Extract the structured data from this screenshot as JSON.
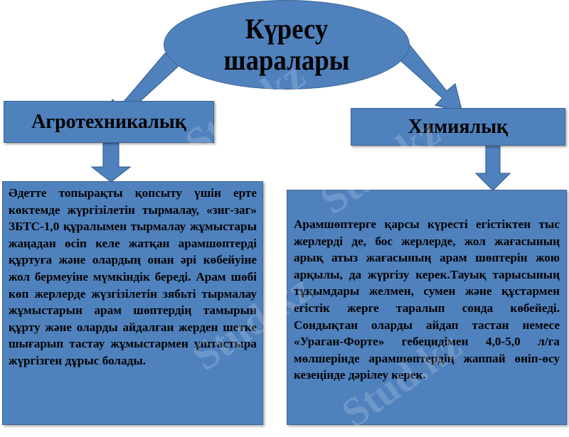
{
  "diagram": {
    "root": {
      "line1": "Күресу",
      "line2": "шаралары"
    },
    "branches": [
      {
        "label": "Агротехникалық",
        "description": "Әдетте топырақты қопсыту үшін ерте көктемде жүргізілетін тырмалау, «зиг-заг» ЗБТС-1,0 құралымен тырмалау жұмыстары жаңадан өсіп келе жатқан арамшөптерді құртуға және олардың онан әрі көбейуіне жол бермеуіне мүмкіндік береді. Арам шөбі көп жерлерде жүзгізілетін зябьті тырмалау жұмыстарын арам шөптердің тамырын құрту және оларды айдалған жерден шетке шығарып тастау жұмыстармен ұштастыра жүргізген дұрыс болады."
      },
      {
        "label": "Химиялық",
        "description": "Арамшөптерге қарсы күресті егістіктен тыс жерлерді де, бос жерлерде, жол жағасының арық атыз жағасының арам шөптерін жою арқылы, да жүргізу керек.Тауық тарысының тұқымдары желмен, сумен және құстармен егістік жерге таралып сонда көбейеді. Сондықтан оларды айдап тастан немесе «Ураган-Форте» гебецидімен 4,0-5,0 л/га мөлшерінде арамшөптердің жаппай өніп-өсу кезеңінде дәрілеу керек."
      }
    ],
    "watermark": "Stud.kz",
    "colors": {
      "shape_fill": "#4f81bd",
      "shape_border": "#3a6496",
      "text": "#000000",
      "background": "#ffffff"
    }
  }
}
